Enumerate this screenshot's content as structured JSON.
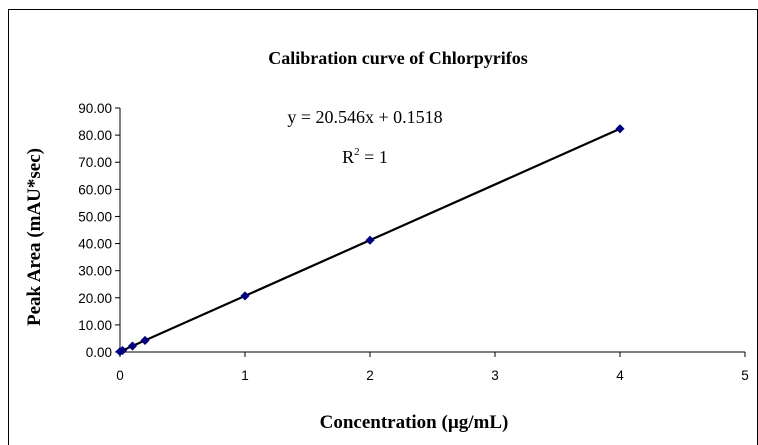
{
  "chart_data": {
    "type": "scatter",
    "title": "Calibration curve of Chlorpyrifos",
    "xlabel": "Concentration (µg/mL)",
    "ylabel": "Peak Area (mAU*sec)",
    "xlim": [
      0,
      5
    ],
    "ylim": [
      0,
      90
    ],
    "x_ticks": [
      "0",
      "1",
      "2",
      "3",
      "4",
      "5"
    ],
    "y_ticks": [
      "0.00",
      "10.00",
      "20.00",
      "30.00",
      "40.00",
      "50.00",
      "60.00",
      "70.00",
      "80.00",
      "90.00"
    ],
    "grid": false,
    "legend": "none",
    "series": [
      {
        "x": [
          0,
          0.02,
          0.1,
          0.2,
          1,
          2,
          4
        ],
        "y": [
          0.15,
          0.56,
          2.21,
          4.26,
          20.7,
          41.24,
          82.33
        ]
      }
    ],
    "trendline": {
      "slope": 20.546,
      "intercept": 0.1518,
      "equation_label": "y = 20.546x + 0.1518",
      "r2_prefix": "R",
      "r2_sup": "2",
      "r2_suffix": " = 1"
    },
    "colors": {
      "marker": "#000080",
      "series_line": "#1f2f9a",
      "trendline": "#000000",
      "frame": "#000000"
    }
  }
}
